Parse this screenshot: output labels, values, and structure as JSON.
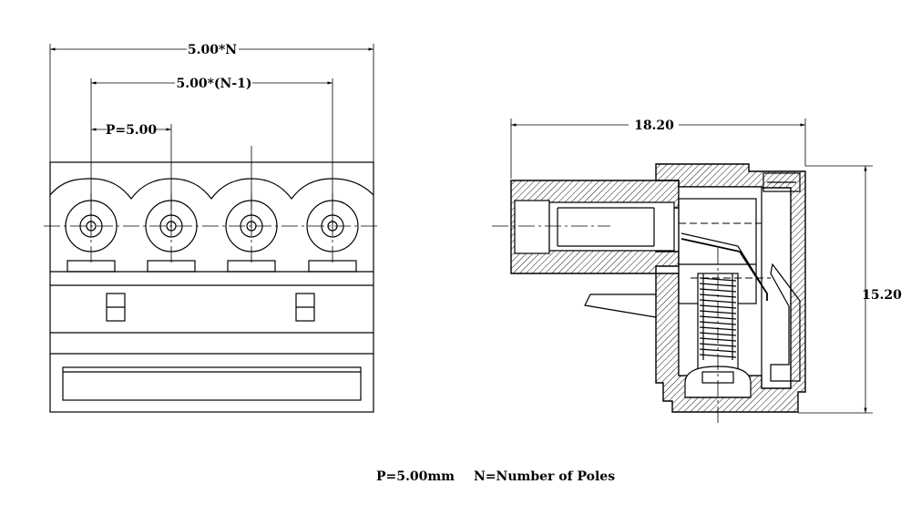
{
  "front_view": {
    "overall_width_label": "5.00*N",
    "span_label": "5.00*(N-1)",
    "pitch_label": "P=5.00",
    "pole_count_drawn": 4
  },
  "side_view": {
    "depth_label": "18.20",
    "height_label": "15.20"
  },
  "caption": {
    "pitch_note": "P=5.00mm",
    "poles_note": "N=Number of Poles"
  }
}
